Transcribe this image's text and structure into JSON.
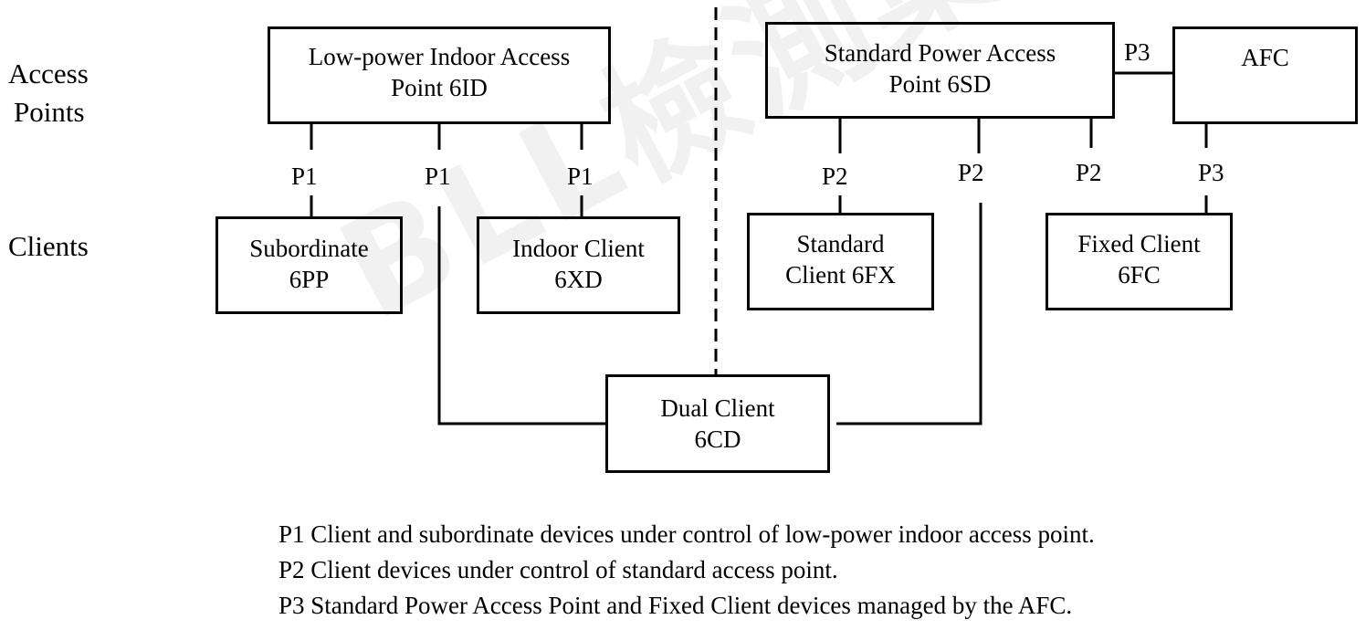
{
  "watermark": "BLL檢測集團",
  "row_labels": {
    "access_points": [
      "Access",
      "Points"
    ],
    "clients": "Clients"
  },
  "nodes": {
    "low_power_ap": [
      "Low-power Indoor Access",
      "Point 6ID"
    ],
    "standard_power_ap": [
      "Standard Power Access",
      "Point 6SD"
    ],
    "afc": [
      "AFC"
    ],
    "subordinate": [
      "Subordinate",
      "6PP"
    ],
    "indoor_client": [
      "Indoor Client",
      "6XD"
    ],
    "standard_client": [
      "Standard",
      "Client 6FX"
    ],
    "fixed_client": [
      "Fixed Client",
      "6FC"
    ],
    "dual_client": [
      "Dual Client",
      "6CD"
    ]
  },
  "link_labels": {
    "lp_to_subordinate": "P1",
    "lp_to_dual": "P1",
    "lp_to_indoor": "P1",
    "sp_to_standard": "P2",
    "sp_to_dual": "P2",
    "sp_to_fixed": "P2",
    "afc_to_fixed": "P3",
    "sp_to_afc": "P3"
  },
  "legend": [
    "P1 Client and subordinate devices under control of low-power indoor access point.",
    "P2 Client devices under control of standard access point.",
    "P3 Standard Power Access Point and Fixed Client devices managed by the AFC."
  ]
}
